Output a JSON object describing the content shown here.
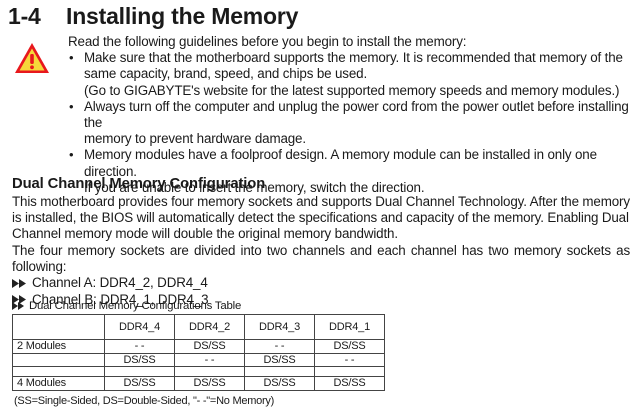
{
  "section": {
    "number": "1-4",
    "title": "Installing the Memory"
  },
  "icons": {
    "warning": "warning-triangle-icon",
    "bullet_arrow": "double-arrow-icon",
    "warning_color": "#e8181d",
    "warning_fill": "#f6d83a"
  },
  "intro": {
    "lead": "Read the following guidelines before you begin to install the memory:",
    "bullets": [
      {
        "lines": [
          "Make sure that the motherboard supports the memory. It is recommended that memory of the",
          "same capacity, brand, speed, and chips be used.",
          "(Go to GIGABYTE's website for the latest supported memory speeds and memory modules.)"
        ]
      },
      {
        "lines": [
          "Always turn off the computer and unplug the power cord from the power outlet before installing the",
          "memory to prevent hardware damage."
        ]
      },
      {
        "lines": [
          "Memory modules have a foolproof design. A memory module can be installed in only one direction.",
          "If you are unable to insert the memory, switch the direction."
        ]
      }
    ]
  },
  "dual_channel": {
    "heading": "Dual Channel Memory Configuration",
    "paragraph_lines": [
      "This motherboard provides four memory sockets and supports Dual Channel Technology. After the memory",
      "is installed, the BIOS will automatically detect the specifications and capacity of the memory. Enabling Dual",
      "Channel memory mode will double the original memory bandwidth.",
      "The four memory sockets are divided into two channels and each channel has two memory sockets as following:"
    ],
    "channels": [
      "Channel A: DDR4_2, DDR4_4",
      "Channel B: DDR4_1, DDR4_3"
    ]
  },
  "table": {
    "caption": "Dual Channel Memory Configurations Table",
    "headers": [
      "",
      "DDR4_4",
      "DDR4_2",
      "DDR4_3",
      "DDR4_1"
    ],
    "rows": [
      [
        "2 Modules",
        "- -",
        "DS/SS",
        "- -",
        "DS/SS"
      ],
      [
        "",
        "DS/SS",
        "- -",
        "DS/SS",
        "- -"
      ],
      [
        "4 Modules",
        "DS/SS",
        "DS/SS",
        "DS/SS",
        "DS/SS"
      ]
    ],
    "footnote": "(SS=Single-Sided, DS=Double-Sided, \"- -\"=No Memory)"
  }
}
